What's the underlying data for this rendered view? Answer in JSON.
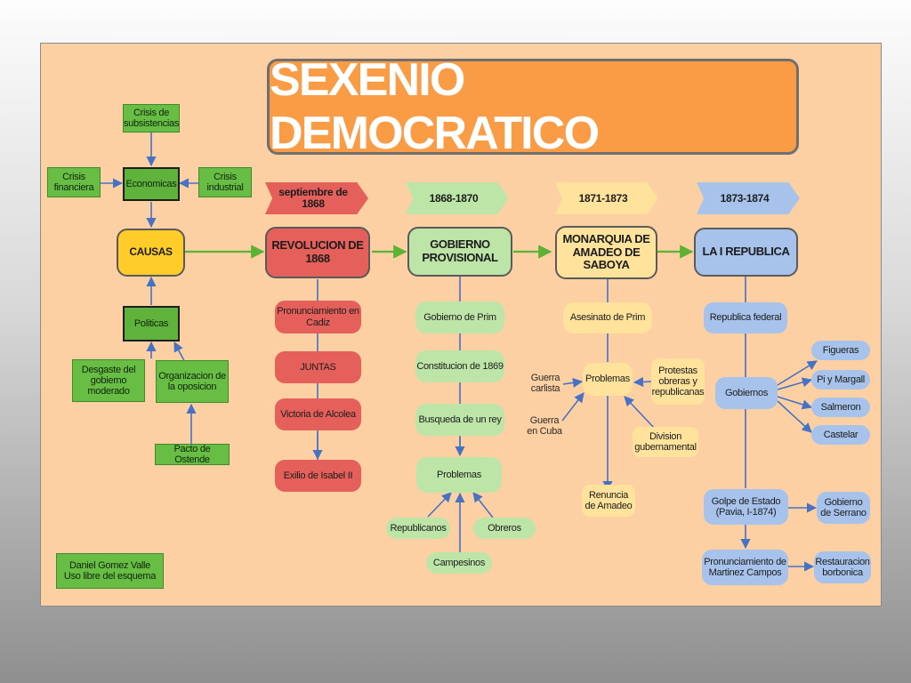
{
  "title": "SEXENIO DEMOCRATICO",
  "credit": "Daniel Gomez Valle\nUso libre del esquema",
  "colors": {
    "background": "#fdd0a3",
    "title_box": "#fa9b46",
    "causes_green": "#68bd45",
    "causes_center": "#ffcc2a",
    "revolution_red": "#e5605a",
    "provisional_green": "#bde5a8",
    "monarchy_yellow": "#ffe39c",
    "republic_blue": "#a7c3ec",
    "connector_blue": "#4672c4",
    "connector_green": "#5db135"
  },
  "causes": {
    "center": "CAUSAS",
    "economicas": "Economicas",
    "crisis_subsistencias": "Crisis de\nsubsistencias",
    "crisis_financiera": "Crisis\nfinanciera",
    "crisis_industrial": "Crisis\nindustrial",
    "politicas": "Politicas",
    "desgaste": "Desgaste del\ngobierno\nmoderado",
    "organizacion": "Organizacion de\nla oposicion",
    "pacto": "Pacto de Ostende"
  },
  "revolucion": {
    "period": "septiembre de\n1868",
    "header": "REVOLUCION DE\n1868",
    "items": [
      "Pronunciamiento en\nCadiz",
      "JUNTAS",
      "Victoria de Alcolea",
      "Exilio de Isabel II"
    ]
  },
  "provisional": {
    "period": "1868-1870",
    "header": "GOBIERNO\nPROVISIONAL",
    "items": [
      "Gobierno de Prim",
      "Constitucion de 1869",
      "Busqueda de un rey",
      "Problemas"
    ],
    "problems": [
      "Republicanos",
      "Campesinos",
      "Obreros"
    ]
  },
  "monarquia": {
    "period": "1871-1873",
    "header": "MONARQUIA DE\nAMADEO DE\nSABOYA",
    "asesinato": "Asesinato de Prim",
    "problemas": "Problemas",
    "guerra_carlista": "Guerra\ncarlista",
    "guerra_cuba": "Guerra\nen Cuba",
    "protestas": "Protestas\nobreras y\nrepublicanas",
    "division": "Division\ngubernamental",
    "renuncia": "Renuncia\nde Amadeo"
  },
  "republica": {
    "period": "1873-1874",
    "header": "LA I REPUBLICA",
    "federal": "Republica federal",
    "gobiernos": "Gobiernos",
    "presidents": [
      "Figueras",
      "Pi y Margall",
      "Salmeron",
      "Castelar"
    ],
    "golpe": "Golpe de Estado\n(Pavia, I-1874)",
    "serrano": "Gobierno\nde Serrano",
    "pronunciamiento": "Pronunciamiento de\nMartinez Campos",
    "restauracion": "Restauracion\nborbonica"
  }
}
